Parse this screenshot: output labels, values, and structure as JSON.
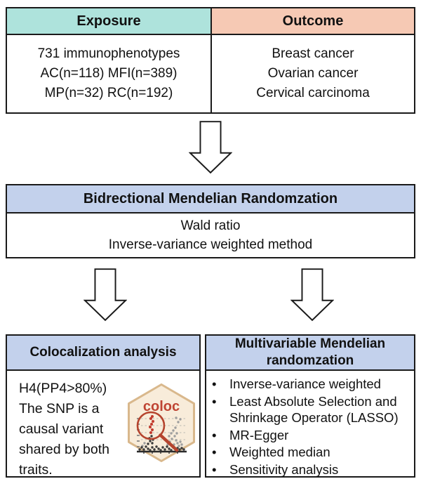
{
  "colors": {
    "exposure_header_bg": "#aee3dc",
    "outcome_header_bg": "#f6c9b4",
    "section_header_bg": "#c3d1ec",
    "border": "#1a1a1a",
    "coloc_red": "#b5442e",
    "hex_fill": "#f8ecda",
    "hex_border": "#d9b88c"
  },
  "top": {
    "exposure": {
      "header": "Exposure",
      "lines": [
        "731 immunophenotypes",
        "AC(n=118) MFI(n=389)",
        "MP(n=32) RC(n=192)"
      ]
    },
    "outcome": {
      "header": "Outcome",
      "lines": [
        "Breast cancer",
        "Ovarian cancer",
        "Cervical carcinoma"
      ]
    }
  },
  "middle": {
    "header": "Bidrectional Mendelian Randomzation",
    "lines": [
      "Wald ratio",
      "Inverse-variance weighted method"
    ]
  },
  "bottom_left": {
    "header": "Colocalization analysis",
    "line1": "H4(PP4>80%)",
    "line2": "The SNP is a causal variant shared by both traits.",
    "badge_label": "coloc"
  },
  "bottom_right": {
    "header": "Multivariable Mendelian randomzation",
    "items": [
      "Inverse-variance weighted",
      "Least Absolute Selection and Shrinkage Operator (LASSO)",
      "MR-Egger",
      "Weighted median",
      "Sensitivity analysis"
    ]
  }
}
